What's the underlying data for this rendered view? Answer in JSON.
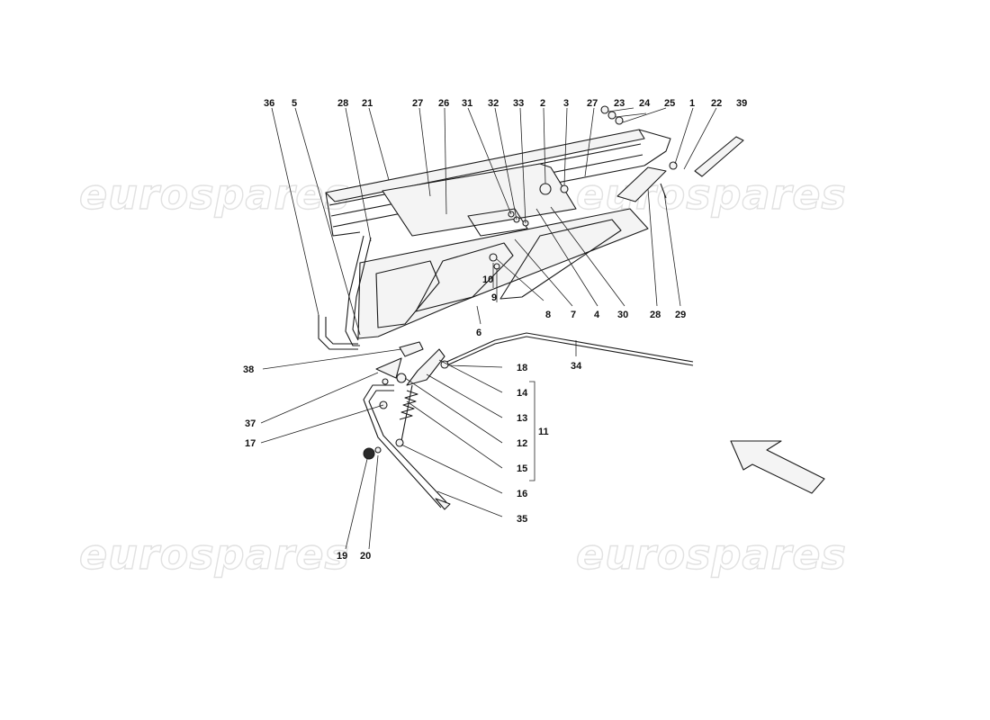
{
  "watermark": {
    "text": "eurospares",
    "color": "#c9c9c9"
  },
  "callouts": [
    {
      "id": "36",
      "text": "36"
    },
    {
      "id": "5",
      "text": "5"
    },
    {
      "id": "28a",
      "text": "28"
    },
    {
      "id": "21",
      "text": "21"
    },
    {
      "id": "27a",
      "text": "27"
    },
    {
      "id": "26",
      "text": "26"
    },
    {
      "id": "31",
      "text": "31"
    },
    {
      "id": "32",
      "text": "32"
    },
    {
      "id": "33",
      "text": "33"
    },
    {
      "id": "2",
      "text": "2"
    },
    {
      "id": "3",
      "text": "3"
    },
    {
      "id": "27b",
      "text": "27"
    },
    {
      "id": "23",
      "text": "23"
    },
    {
      "id": "24",
      "text": "24"
    },
    {
      "id": "25",
      "text": "25"
    },
    {
      "id": "1",
      "text": "1"
    },
    {
      "id": "22",
      "text": "22"
    },
    {
      "id": "39",
      "text": "39"
    },
    {
      "id": "10",
      "text": "10"
    },
    {
      "id": "9",
      "text": "9"
    },
    {
      "id": "8",
      "text": "8"
    },
    {
      "id": "7",
      "text": "7"
    },
    {
      "id": "4",
      "text": "4"
    },
    {
      "id": "30",
      "text": "30"
    },
    {
      "id": "28b",
      "text": "28"
    },
    {
      "id": "29",
      "text": "29"
    },
    {
      "id": "6",
      "text": "6"
    },
    {
      "id": "38",
      "text": "38"
    },
    {
      "id": "18",
      "text": "18"
    },
    {
      "id": "34",
      "text": "34"
    },
    {
      "id": "14",
      "text": "14"
    },
    {
      "id": "37",
      "text": "37"
    },
    {
      "id": "13",
      "text": "13"
    },
    {
      "id": "11",
      "text": "11"
    },
    {
      "id": "17",
      "text": "17"
    },
    {
      "id": "12",
      "text": "12"
    },
    {
      "id": "15",
      "text": "15"
    },
    {
      "id": "16",
      "text": "16"
    },
    {
      "id": "35",
      "text": "35"
    },
    {
      "id": "19",
      "text": "19"
    },
    {
      "id": "20",
      "text": "20"
    }
  ]
}
